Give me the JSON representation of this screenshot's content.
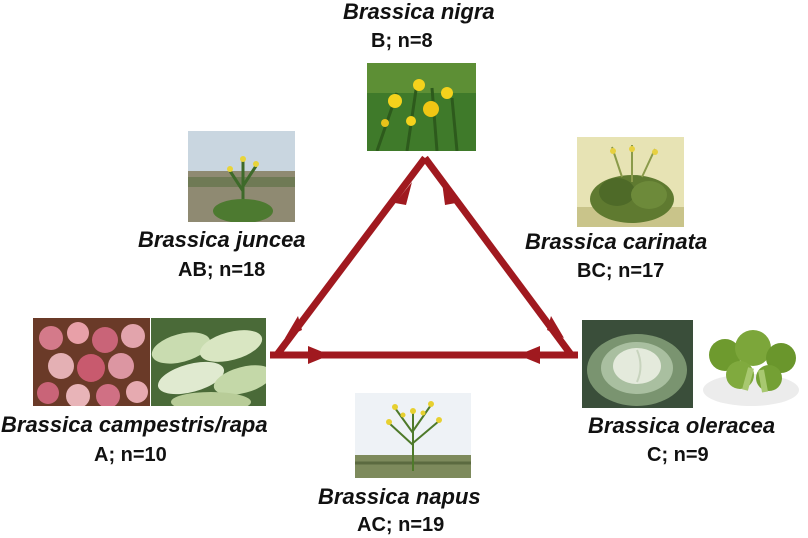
{
  "title": "",
  "accent_color": "#a0191f",
  "nodes": {
    "nigra": {
      "species": "Brassica nigra",
      "genome": "B; n=8",
      "photo": "yellow-flowering-plant-photo"
    },
    "juncea": {
      "species": "Brassica juncea",
      "genome": "AB; n=18",
      "photo": "field-plant-photo"
    },
    "carinata": {
      "species": "Brassica carinata",
      "genome": "BC; n=17",
      "photo": "bushy-plant-photo"
    },
    "rapa": {
      "species": "Brassica campestris/rapa",
      "genome": "A; n=10",
      "photos": [
        "turnip-photo",
        "chinese-cabbage-photo"
      ]
    },
    "oleracea": {
      "species": "Brassica oleracea",
      "genome": "C; n=9",
      "photos": [
        "cabbage-photo",
        "broccoli-photo"
      ]
    },
    "napus": {
      "species": "Brassica napus",
      "genome": "AC; n=19",
      "photo": "rapeseed-plant-photo"
    }
  }
}
